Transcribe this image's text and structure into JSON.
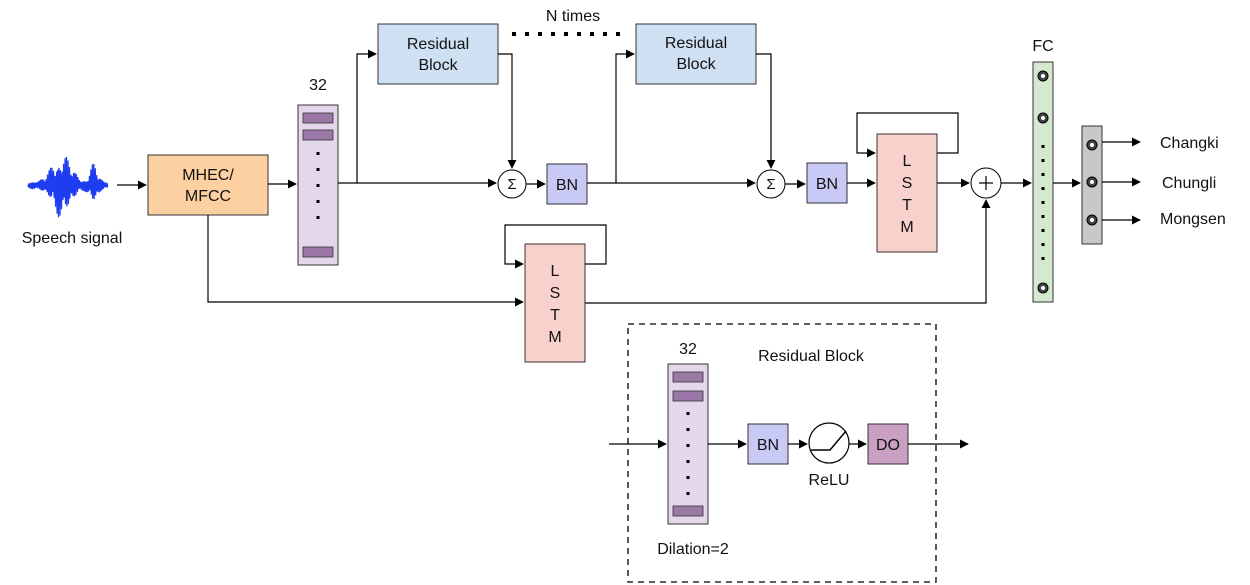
{
  "input": {
    "label": "Speech signal"
  },
  "feature_block": {
    "line1": "MHEC/",
    "line2": "MFCC"
  },
  "conv_stack_main": {
    "channels": "32"
  },
  "residual_block_1": {
    "line1": "Residual",
    "line2": "Block"
  },
  "residual_block_2": {
    "line1": "Residual",
    "line2": "Block"
  },
  "repeat_label": "N times",
  "sum_symbol": "Σ",
  "plus_symbol": "+",
  "bn_label": "BN",
  "lstm_letters": [
    "L",
    "S",
    "T",
    "M"
  ],
  "fc": {
    "label": "FC"
  },
  "outputs": [
    "Changki",
    "Chungli",
    "Mongsen"
  ],
  "detail": {
    "title": "Residual Block",
    "channels": "32",
    "dilation": "Dilation=2",
    "bn_label": "BN",
    "relu_label": "ReLU",
    "do_label": "DO"
  },
  "colors": {
    "feature_fill": "#fdd0a2",
    "residual_fill": "#cfe0f3",
    "bn_fill": "#c9c9f5",
    "lstm_fill": "#f8d0cc",
    "conv_fill": "#e4d7ec",
    "conv_bar": "#9b78a8",
    "fc_fill": "#d5e9d1",
    "out_fill": "#c8c8c8",
    "do_fill": "#c9a0c2",
    "wave": "#1f3df0"
  }
}
